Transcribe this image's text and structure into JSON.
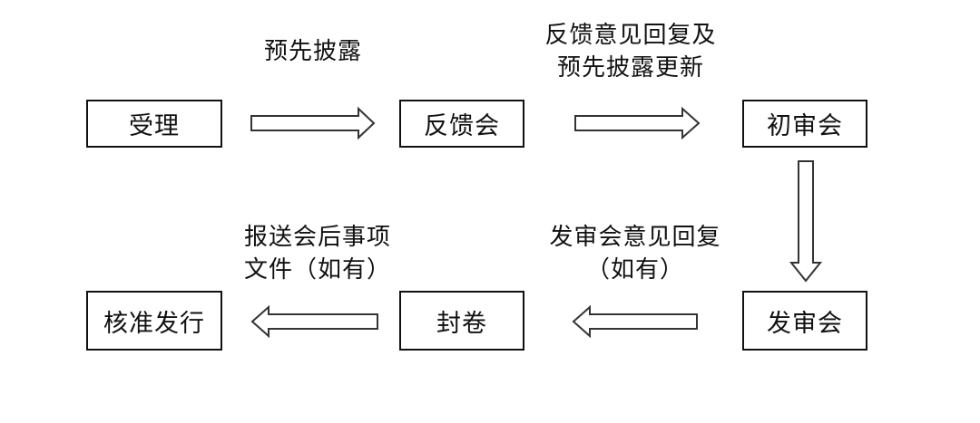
{
  "nodes": {
    "accept": "受理",
    "feedback": "反馈会",
    "first_review": "初审会",
    "issuance_review": "发审会",
    "seal": "封卷",
    "approve": "核准发行"
  },
  "labels": {
    "pre_disclosure": "预先披露",
    "feedback_reply_l1": "反馈意见回复及",
    "feedback_reply_l2": "预先披露更新",
    "review_reply_l1": "发审会意见回复",
    "review_reply_l2": "（如有）",
    "post_docs_l1": "报送会后事项",
    "post_docs_l2": "文件（如有）"
  }
}
